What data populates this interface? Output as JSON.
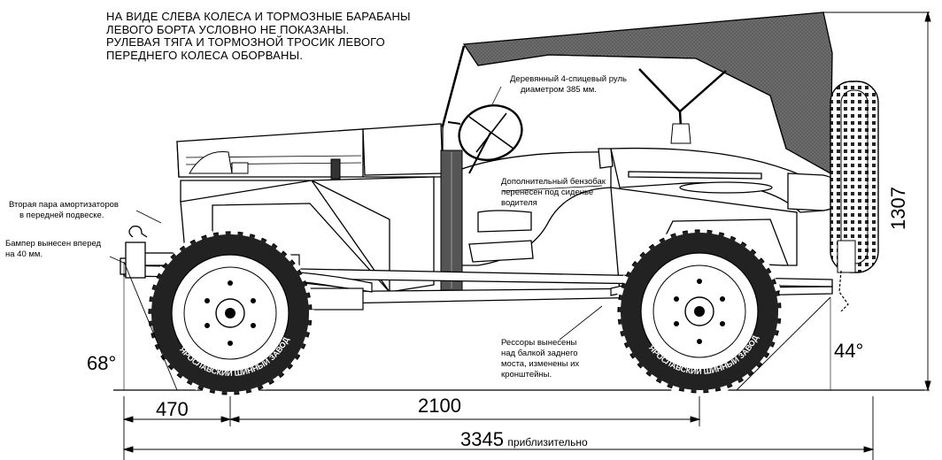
{
  "notes": {
    "header": [
      "НА ВИДЕ СЛЕВА КОЛЕСА И ТОРМОЗНЫЕ БАРАБАНЫ",
      "ЛЕВОГО БОРТА УСЛОВНО НЕ ПОКАЗАНЫ.",
      "РУЛЕВАЯ ТЯГА И ТОРМОЗНОЙ ТРОСИК ЛЕВОГО",
      "ПЕРЕДНЕГО КОЛЕСА ОБОРВАНЫ."
    ],
    "steering_wheel": [
      "Деревянный 4-спицевый руль",
      "диаметром 385 мм."
    ],
    "fuel_tank": [
      "Дополнительный бензобак",
      "перенесен под сиденье",
      "водителя"
    ],
    "shock_absorbers": [
      "Вторая пара амортизаторов",
      "в передней подвеске."
    ],
    "bumper": [
      "Бампер вынесен вперед",
      "на 40 мм."
    ],
    "springs": [
      "Рессоры вынесены",
      "над балкой заднего",
      "моста, изменены их",
      "кронштейны."
    ]
  },
  "tire_text": {
    "front": "ЯРОСЛАВСКИЙ ШИННЫЙ ЗАВОД",
    "rear": "ЯРОСЛАВСКИЙ ШИННЫЙ ЗАВОД"
  },
  "dimensions": {
    "front_overhang": "470",
    "wheelbase": "2100",
    "overall_length": "3345",
    "overall_length_suffix": "приблизительно",
    "height": "1307",
    "approach_angle": "68°",
    "departure_angle": "44°"
  }
}
